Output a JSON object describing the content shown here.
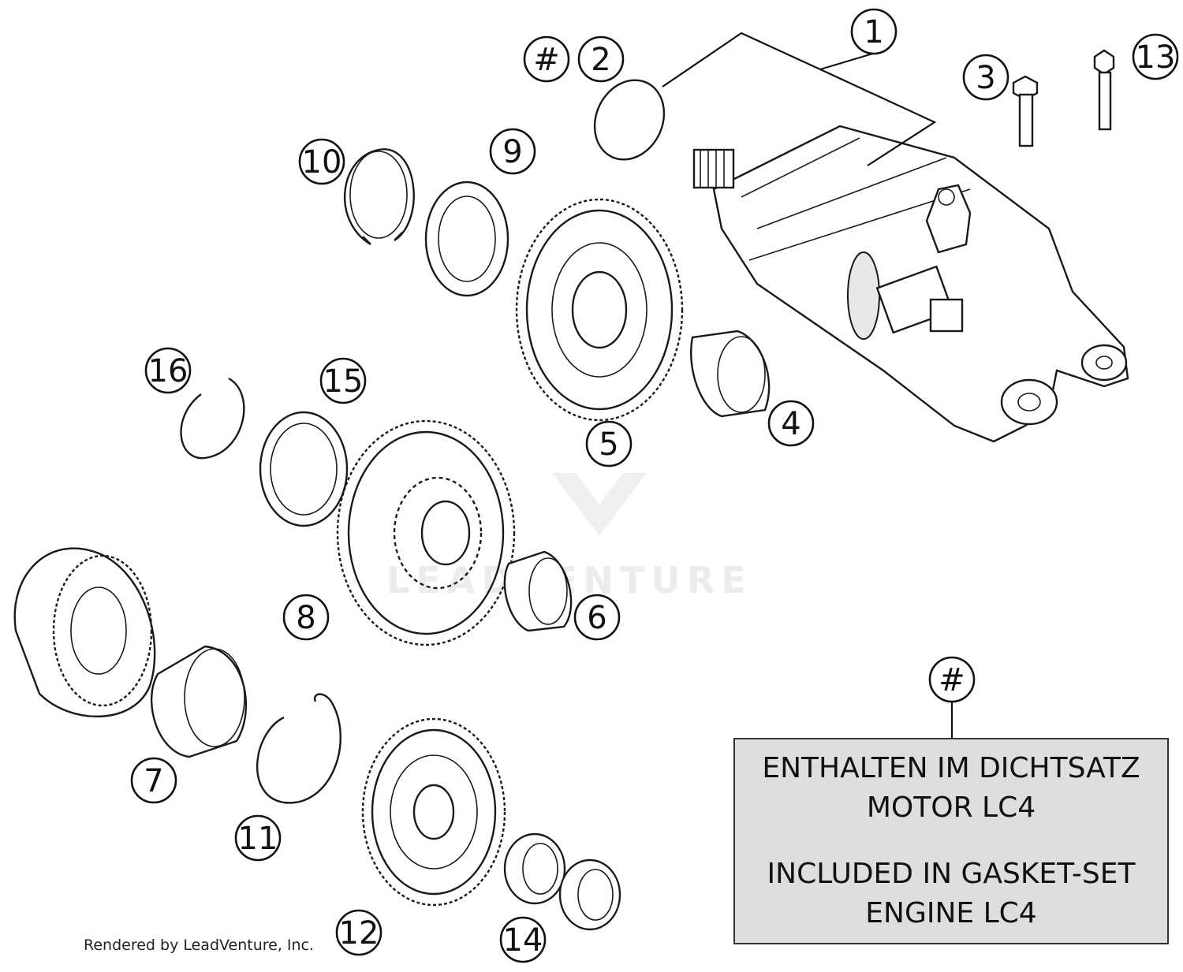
{
  "callouts": {
    "c1": "1",
    "c2": "2",
    "c2_hash": "#",
    "c3": "3",
    "c4": "4",
    "c5": "5",
    "c6": "6",
    "c7": "7",
    "c8": "8",
    "c9": "9",
    "c10": "10",
    "c11": "11",
    "c12": "12",
    "c13": "13",
    "c14": "14",
    "c15": "15",
    "c16": "16",
    "note_hash": "#"
  },
  "note": {
    "de_line1": "ENTHALTEN IM DICHTSATZ",
    "de_line2": "MOTOR LC4",
    "en_line1": "INCLUDED IN GASKET-SET",
    "en_line2": "ENGINE LC4"
  },
  "watermark": "LEADVENTURE",
  "credit": "Rendered by LeadVenture, Inc."
}
